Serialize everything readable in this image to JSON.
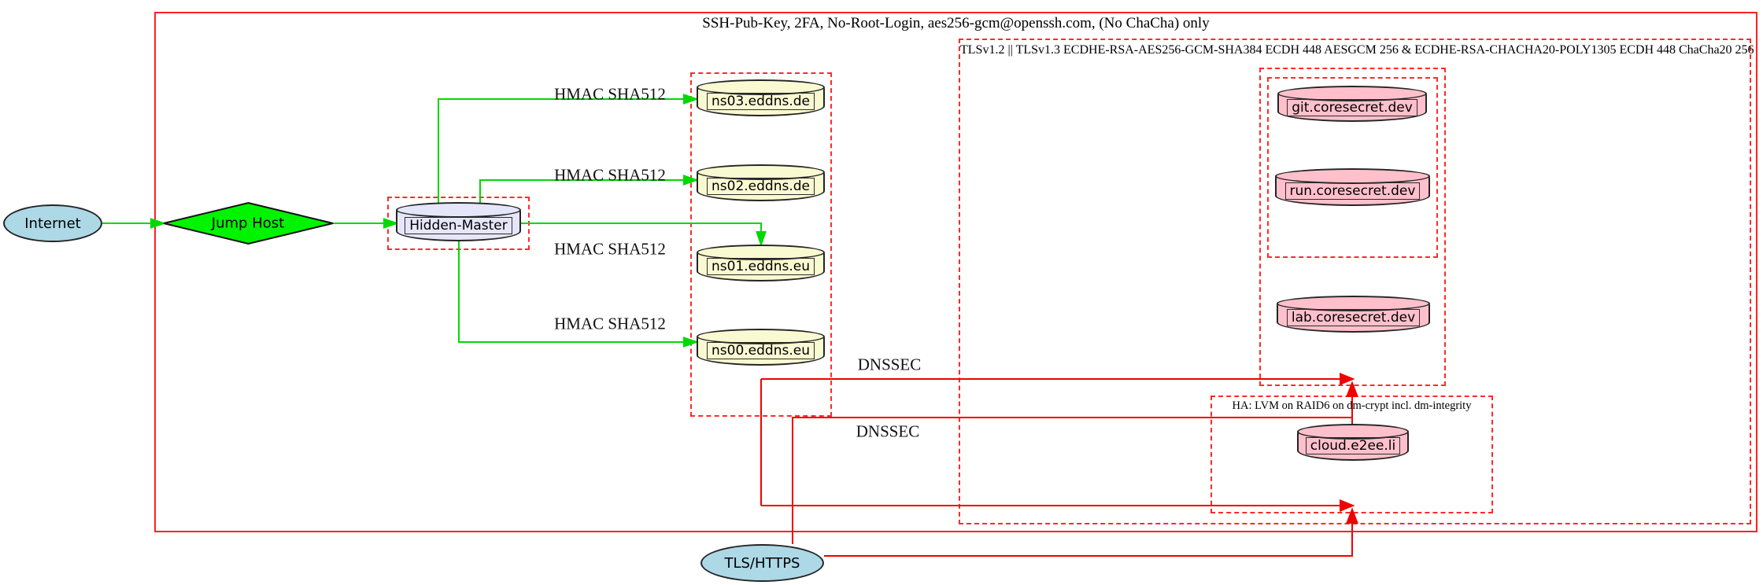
{
  "clusters": {
    "ssh": {
      "label": "SSH-Pub-Key, 2FA, No-Root-Login, aes256-gcm@openssh.com, (No ChaCha) only"
    },
    "tls": {
      "label": "TLSv1.2 || TLSv1.3 ECDHE-RSA-AES256-GCM-SHA384 ECDH 448 AESGCM 256 & ECDHE-RSA-CHACHA20-POLY1305 ECDH 448 ChaCha20 256"
    },
    "ha": {
      "label": "HA: LVM on RAID6 on dm-crypt incl. dm-integrity"
    }
  },
  "nodes": {
    "internet": {
      "label": "Internet"
    },
    "jump_host": {
      "label": "Jump Host"
    },
    "hidden_master": {
      "label": "Hidden-Master"
    },
    "ns03": {
      "label": "ns03.eddns.de"
    },
    "ns02": {
      "label": "ns02.eddns.de"
    },
    "ns01": {
      "label": "ns01.eddns.eu"
    },
    "ns00": {
      "label": "ns00.eddns.eu"
    },
    "git": {
      "label": "git.coresecret.dev"
    },
    "run": {
      "label": "run.coresecret.dev"
    },
    "lab": {
      "label": "lab.coresecret.dev"
    },
    "cloud": {
      "label": "cloud.e2ee.li"
    },
    "tls_https": {
      "label": "TLS/HTTPS"
    }
  },
  "edge_labels": {
    "hmac": [
      "HMAC SHA512",
      "HMAC SHA512",
      "HMAC SHA512",
      "HMAC SHA512"
    ],
    "dnssec": [
      "DNSSEC",
      "DNSSEC"
    ]
  },
  "colors": {
    "box_red": "#ff2222",
    "edge_green": "#00d900",
    "edge_red": "#f10000",
    "node_blue": "#add8e6",
    "node_green": "#00f400",
    "node_lavender": "#e6e6fa",
    "node_yellow": "#fafad2",
    "node_pink": "#ffc0cb"
  }
}
